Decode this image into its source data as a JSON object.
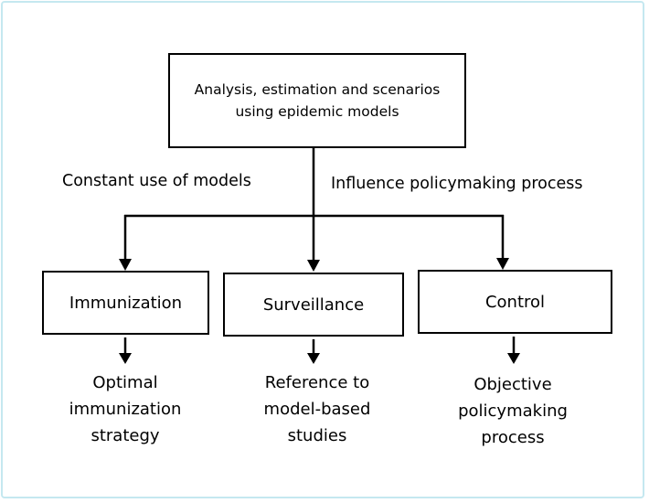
{
  "diagram": {
    "top_box": {
      "text": "Analysis, estimation and scenarios using epidemic models"
    },
    "edge_labels": {
      "left": "Constant use of models",
      "right": "Influence policymaking process"
    },
    "branches": [
      {
        "box": "Immunization",
        "outcome": "Optimal\nimmunization\nstrategy"
      },
      {
        "box": "Surveillance",
        "outcome": "Reference to\nmodel-based\nstudies"
      },
      {
        "box": "Control",
        "outcome": "Objective\npolicymaking\nprocess"
      }
    ],
    "colors": {
      "frame": "#c5e8f0",
      "stroke": "#000000",
      "background": "#ffffff"
    }
  }
}
